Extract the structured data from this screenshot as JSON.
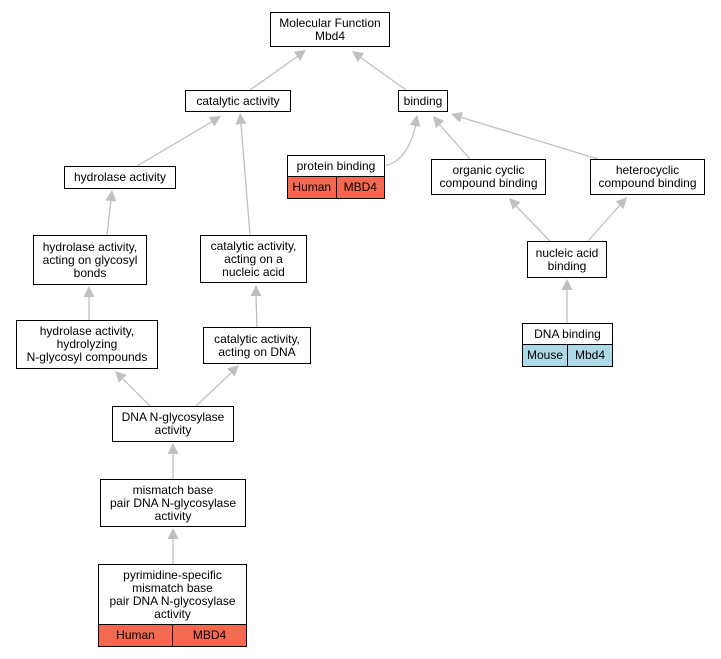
{
  "colors": {
    "edge": "#c0c0c0",
    "human": "#f4694f",
    "mouse": "#add8e6"
  },
  "nodes": {
    "root": {
      "label": "Molecular Function\nMbd4"
    },
    "catalytic": {
      "label": "catalytic activity"
    },
    "binding": {
      "label": "binding"
    },
    "hydrolase": {
      "label": "hydrolase activity"
    },
    "protein_binding": {
      "label": "protein binding",
      "species": "Human",
      "gene": "MBD4"
    },
    "organic_cyclic": {
      "label": "organic cyclic\ncompound binding"
    },
    "heterocyclic": {
      "label": "heterocyclic\ncompound binding"
    },
    "hydrolase_glycosyl": {
      "label": "hydrolase activity,\nacting on glycosyl\nbonds"
    },
    "catalytic_nucleic": {
      "label": "catalytic activity,\nacting on a\nnucleic acid"
    },
    "nucleic_acid_binding": {
      "label": "nucleic acid\nbinding"
    },
    "hydrolase_n_glycosyl": {
      "label": "hydrolase activity,\nhydrolyzing\nN-glycosyl compounds"
    },
    "catalytic_dna": {
      "label": "catalytic activity,\nacting on DNA"
    },
    "dna_binding": {
      "label": "DNA binding",
      "species": "Mouse",
      "gene": "Mbd4"
    },
    "dna_n_glycosylase": {
      "label": "DNA N-glycosylase\nactivity"
    },
    "mismatch": {
      "label": "mismatch base\npair DNA N-glycosylase\nactivity"
    },
    "pyrimidine": {
      "label": "pyrimidine-specific\nmismatch base\npair DNA N-glycosylase\nactivity",
      "species": "Human",
      "gene": "MBD4"
    }
  }
}
